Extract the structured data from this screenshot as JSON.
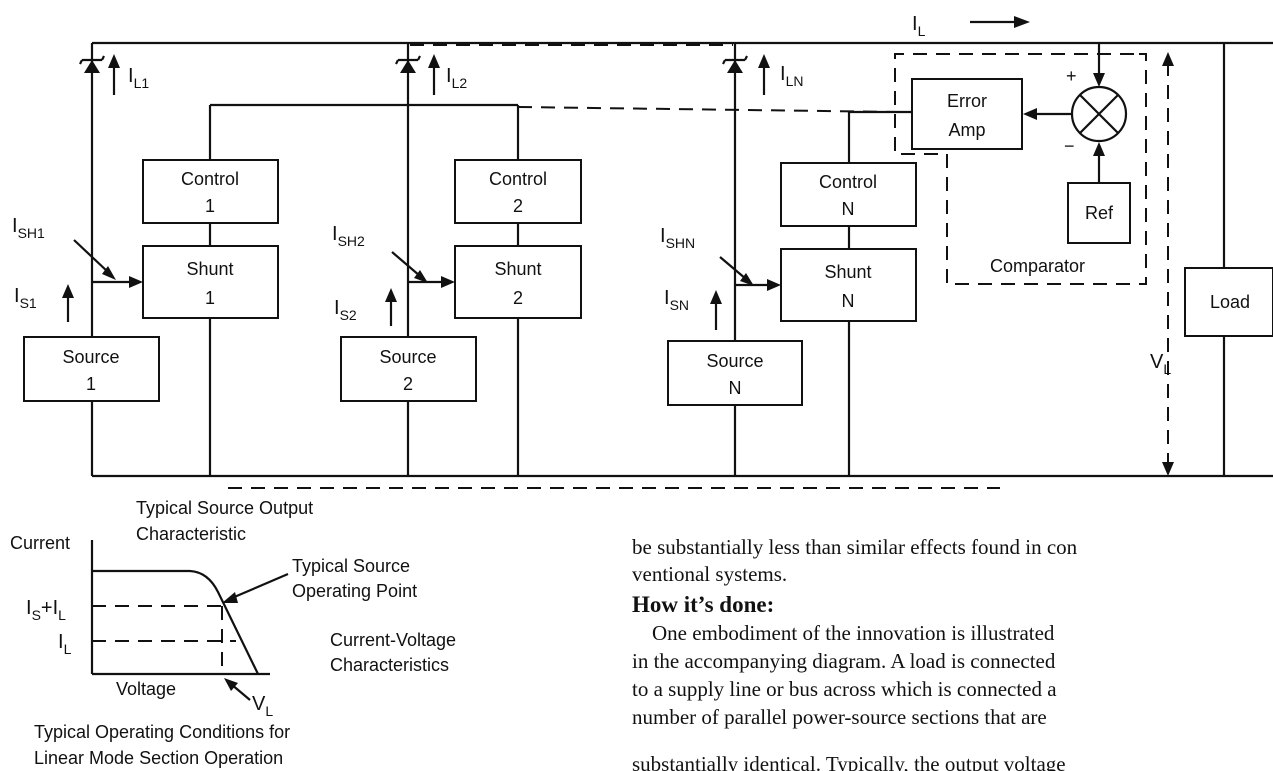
{
  "diagram": {
    "load_current": {
      "main": "I",
      "sub": "L"
    },
    "branches": [
      {
        "id": "1",
        "diode_current": {
          "main": "I",
          "sub": "L1"
        },
        "control": [
          "Control",
          "1"
        ],
        "shunt": [
          "Shunt",
          "1"
        ],
        "source": [
          "Source",
          "1"
        ],
        "shunt_current": {
          "main": "I",
          "sub": "SH1"
        },
        "source_current": {
          "main": "I",
          "sub": "S1"
        }
      },
      {
        "id": "2",
        "diode_current": {
          "main": "I",
          "sub": "L2"
        },
        "control": [
          "Control",
          "2"
        ],
        "shunt": [
          "Shunt",
          "2"
        ],
        "source": [
          "Source",
          "2"
        ],
        "shunt_current": {
          "main": "I",
          "sub": "SH2"
        },
        "source_current": {
          "main": "I",
          "sub": "S2"
        }
      },
      {
        "id": "N",
        "diode_current": {
          "main": "I",
          "sub": "LN"
        },
        "control": [
          "Control",
          "N"
        ],
        "shunt": [
          "Shunt",
          "N"
        ],
        "source": [
          "Source",
          "N"
        ],
        "shunt_current": {
          "main": "I",
          "sub": "SHN"
        },
        "source_current": {
          "main": "I",
          "sub": "SN"
        }
      }
    ],
    "error_amp": [
      "Error",
      "Amp"
    ],
    "ref": "Ref",
    "comparator": "Comparator",
    "plus_sign": "+",
    "minus_sign": "−",
    "load": "Load",
    "load_voltage": {
      "main": "V",
      "sub": "L"
    }
  },
  "characteristic": {
    "title": [
      "Typical Source Output",
      "Characteristic"
    ],
    "y_axis": "Current",
    "x_axis": "Voltage",
    "operating_point": [
      "Typical Source",
      "Operating Point"
    ],
    "cv_label": [
      "Current-Voltage",
      "Characteristics"
    ],
    "is_plus_il": {
      "a": "I",
      "a_sub": "S",
      "plus": "+",
      "b": "I",
      "b_sub": "L"
    },
    "il": {
      "main": "I",
      "sub": "L"
    },
    "vl": {
      "main": "V",
      "sub": "L"
    },
    "caption": [
      "Typical Operating Conditions for",
      "Linear Mode Section Operation"
    ]
  },
  "text": {
    "intro": "be substantially less than similar effects found in con",
    "intro_cont": "ventional systems.",
    "heading": "How it’s done:",
    "body": [
      "One embodiment of the innovation is illustrated",
      "in the accompanying diagram. A load is connected",
      "to a supply line or bus across which is connected a",
      "number of parallel power-source sections that are",
      "substantially identical. Typically, the output voltage"
    ]
  }
}
